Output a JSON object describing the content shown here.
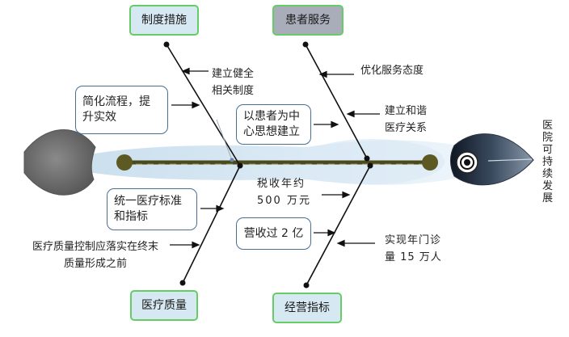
{
  "categories": {
    "system": "制度措施",
    "patient_service": "患者服务",
    "medical_quality": "医疗质量",
    "operations": "经营指标"
  },
  "notes": {
    "simplify": "简化流程，提升实效",
    "patient_centered": "以患者为中心思想建立",
    "unify_standards": "统一医疗标准和指标",
    "revenue": "营收过 2 亿"
  },
  "labels": {
    "build_system": "建立健全相关制度",
    "optimize_attitude": "优化服务态度",
    "harmony": "建立和谐医疗关系",
    "tax": "税收年约 500 万元",
    "quality_control": "医疗质量控制应落实在终末质量形成之前",
    "outpatient": "实现年门诊量 15 万人"
  },
  "goal": "医院可持续发展",
  "colors": {
    "spine": "#4a4a1e",
    "joint": "#5c5a22",
    "tail": "#636363",
    "head": "#1f2a3a",
    "glow": "#bcd6e8",
    "category_border": "#66cc66",
    "note_border": "#4a6f95"
  }
}
